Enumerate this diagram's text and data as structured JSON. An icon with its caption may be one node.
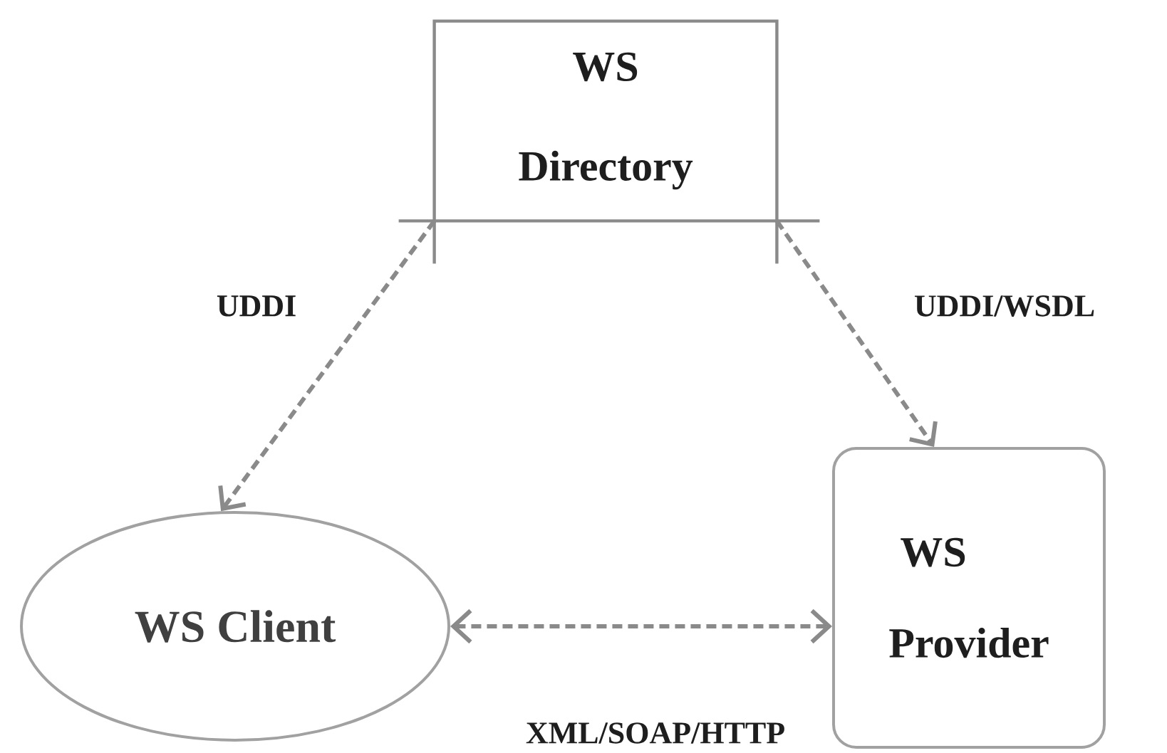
{
  "diagram": {
    "nodes": [
      {
        "text": [
          "WS",
          "Directory"
        ]
      },
      {
        "text": [
          "WS Client"
        ]
      },
      {
        "text": [
          "WS",
          "Provider"
        ]
      }
    ],
    "edges": [
      {
        "from": 0,
        "to": 1,
        "arrow": "to",
        "label": "UDDI",
        "style": "dashed"
      },
      {
        "from": 0,
        "to": 2,
        "arrow": "to",
        "label": "UDDI/WSDL",
        "style": "dashed"
      },
      {
        "from": 1,
        "to": 2,
        "arrow": "both",
        "label": "XML/SOAP/HTTP",
        "style": "dashed"
      }
    ]
  }
}
